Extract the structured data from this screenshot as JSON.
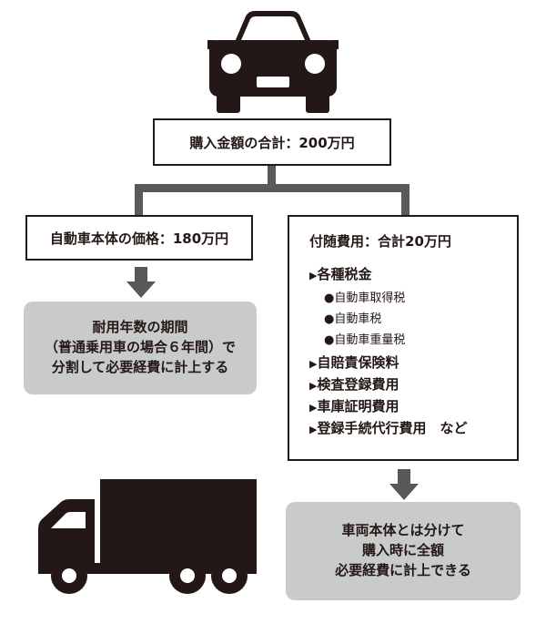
{
  "top_box": {
    "text": "購入金額の合計：200万円"
  },
  "left_box": {
    "text": "自動車本体の価格：180万円"
  },
  "left_note": {
    "lines": [
      "耐用年数の期間",
      "（普通乗用車の場合６年間）で",
      "分割して必要経費に計上する"
    ]
  },
  "right_box": {
    "title": "付随費用：合計20万円",
    "items": [
      {
        "marker": "▶",
        "label": "各種税金"
      },
      {
        "marker": "●",
        "label": "自動車取得税"
      },
      {
        "marker": "●",
        "label": "自動車税"
      },
      {
        "marker": "●",
        "label": "自動車重量税"
      },
      {
        "marker": "▶",
        "label": "自賠責保険料"
      },
      {
        "marker": "▶",
        "label": "検査登録費用"
      },
      {
        "marker": "▶",
        "label": "車庫証明費用"
      },
      {
        "marker": "▶",
        "label": "登録手続代行費用　など"
      }
    ]
  },
  "right_note": {
    "lines": [
      "車両本体とは分けて",
      "購入時に全額",
      "必要経費に計上できる"
    ]
  },
  "colors": {
    "ink": "#231815",
    "note_bg": "#c9caca",
    "connector": "#5a5a5a"
  },
  "icons": {
    "top": "car-icon",
    "bottom": "truck-icon"
  }
}
